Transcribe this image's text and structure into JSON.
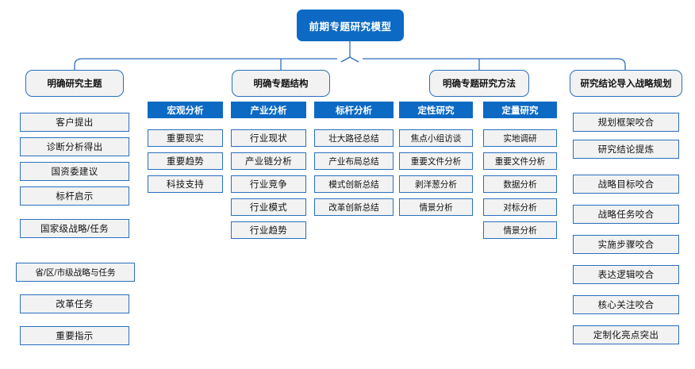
{
  "diagram": {
    "type": "tree-hierarchy",
    "accent_color": "#0d6ac4",
    "box_fill": "#f2f2f2",
    "box_border": "#2a6fc0",
    "root": {
      "label": "前期专题研究模型"
    },
    "branches": [
      {
        "id": "branch-research-topic",
        "label": "明确研究主题",
        "groups": [
          {
            "id": "group-topic-sources",
            "header": null,
            "items": [
              "客户提出",
              "诊断分析得出",
              "国资委建议",
              "标杆启示",
              "国家级战略/任务",
              "省/区/市级战略与任务",
              "改革任务",
              "重要指示"
            ]
          }
        ]
      },
      {
        "id": "branch-topic-structure",
        "label": "明确专题结构",
        "groups": [
          {
            "id": "group-macro-analysis",
            "header": "宏观分析",
            "items": [
              "重要现实",
              "重要趋势",
              "科技支持"
            ]
          },
          {
            "id": "group-industry-analysis",
            "header": "产业分析",
            "items": [
              "行业现状",
              "产业链分析",
              "行业竞争",
              "行业模式",
              "行业趋势"
            ]
          },
          {
            "id": "group-benchmark-analysis",
            "header": "标杆分析",
            "items": [
              "壮大路径总结",
              "产业布局总结",
              "模式创新总结",
              "改革创新总结"
            ]
          }
        ]
      },
      {
        "id": "branch-research-method",
        "label": "明确专题研究方法",
        "groups": [
          {
            "id": "group-qualitative",
            "header": "定性研究",
            "items": [
              "焦点小组访谈",
              "重要文件分析",
              "剥洋葱分析",
              "情景分析"
            ]
          },
          {
            "id": "group-quantitative",
            "header": "定量研究",
            "items": [
              "实地调研",
              "重要文件分析",
              "数据分析",
              "对标分析",
              "情景分析"
            ]
          }
        ]
      },
      {
        "id": "branch-strategy-integration",
        "label": "研究结论导入战略规划",
        "groups": [
          {
            "id": "group-integration-items",
            "header": null,
            "items": [
              "规划框架咬合",
              "研究结论提炼",
              "战略目标咬合",
              "战略任务咬合",
              "实施步骤咬合",
              "表达逻辑咬合",
              "核心关注咬合",
              "定制化亮点突出"
            ]
          }
        ]
      }
    ]
  }
}
